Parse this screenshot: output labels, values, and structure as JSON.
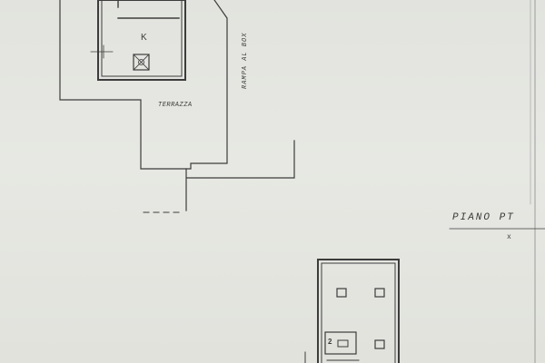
{
  "plan": {
    "room_label": "K",
    "terrace_label": "TERRAZZA",
    "ramp_label": "RAMPA AL BOX",
    "floor_label": "PIANO  PT",
    "floor_mark": "x",
    "wc_number": "2"
  },
  "colors": {
    "paper": "#e4e5e0",
    "ink": "#3a3a3a"
  }
}
